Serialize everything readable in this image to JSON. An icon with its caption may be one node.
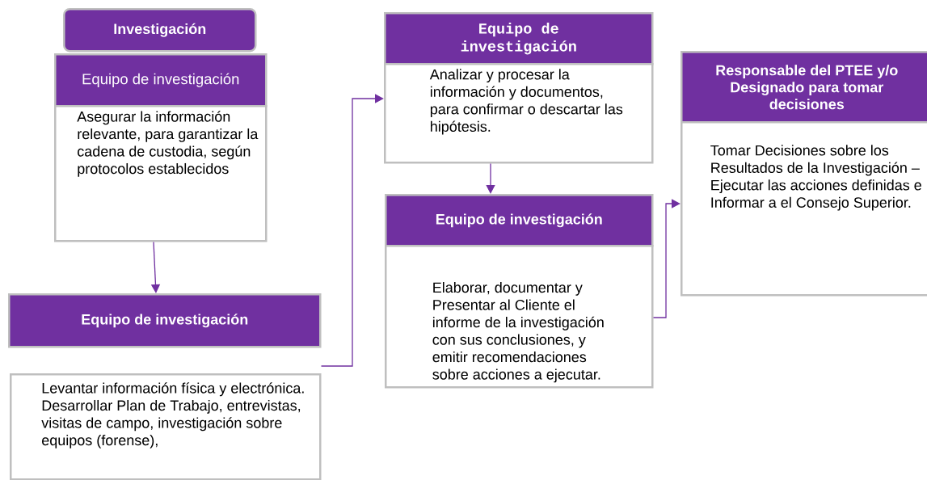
{
  "diagram": {
    "nodes": [
      {
        "text": [
          "Investigación"
        ]
      },
      {
        "text": [
          "Equipo de investigación"
        ]
      },
      {
        "text": [
          "Asegurar la información relevante, para garantizar la cadena de custodia, según protocolos establecidos"
        ]
      },
      {
        "text": [
          "Equipo de investigación"
        ]
      },
      {
        "text": [
          "Levantar información física y electrónica. Desarrollar Plan de Trabajo, entrevistas, visitas de campo, investigación sobre equipos (forense),"
        ]
      },
      {
        "text": [
          "Equipo de investigación"
        ]
      },
      {
        "text": [
          "Analizar y procesar la información y documentos, para confirmar o descartar las hipótesis."
        ]
      },
      {
        "text": [
          "Equipo de investigación"
        ]
      },
      {
        "text": [
          "Elaborar, documentar y Presentar al Cliente el informe de la investigación con sus conclusiones, y emitir recomendaciones sobre acciones a ejecutar."
        ]
      },
      {
        "text": [
          "Responsable del PTEE y/o Designado para tomar decisiones"
        ]
      },
      {
        "text": [
          "Tomar Decisiones sobre los Resultados de la Investigación – Ejecutar las acciones definidas e Informar a el Consejo Superior."
        ]
      }
    ],
    "edges": [
      {
        "from": 2,
        "to": 3,
        "arrow": "to"
      },
      {
        "from": 4,
        "to": 6,
        "arrow": "to"
      },
      {
        "from": 6,
        "to": 7,
        "arrow": "to"
      },
      {
        "from": 8,
        "to": 10,
        "arrow": "to"
      }
    ]
  }
}
